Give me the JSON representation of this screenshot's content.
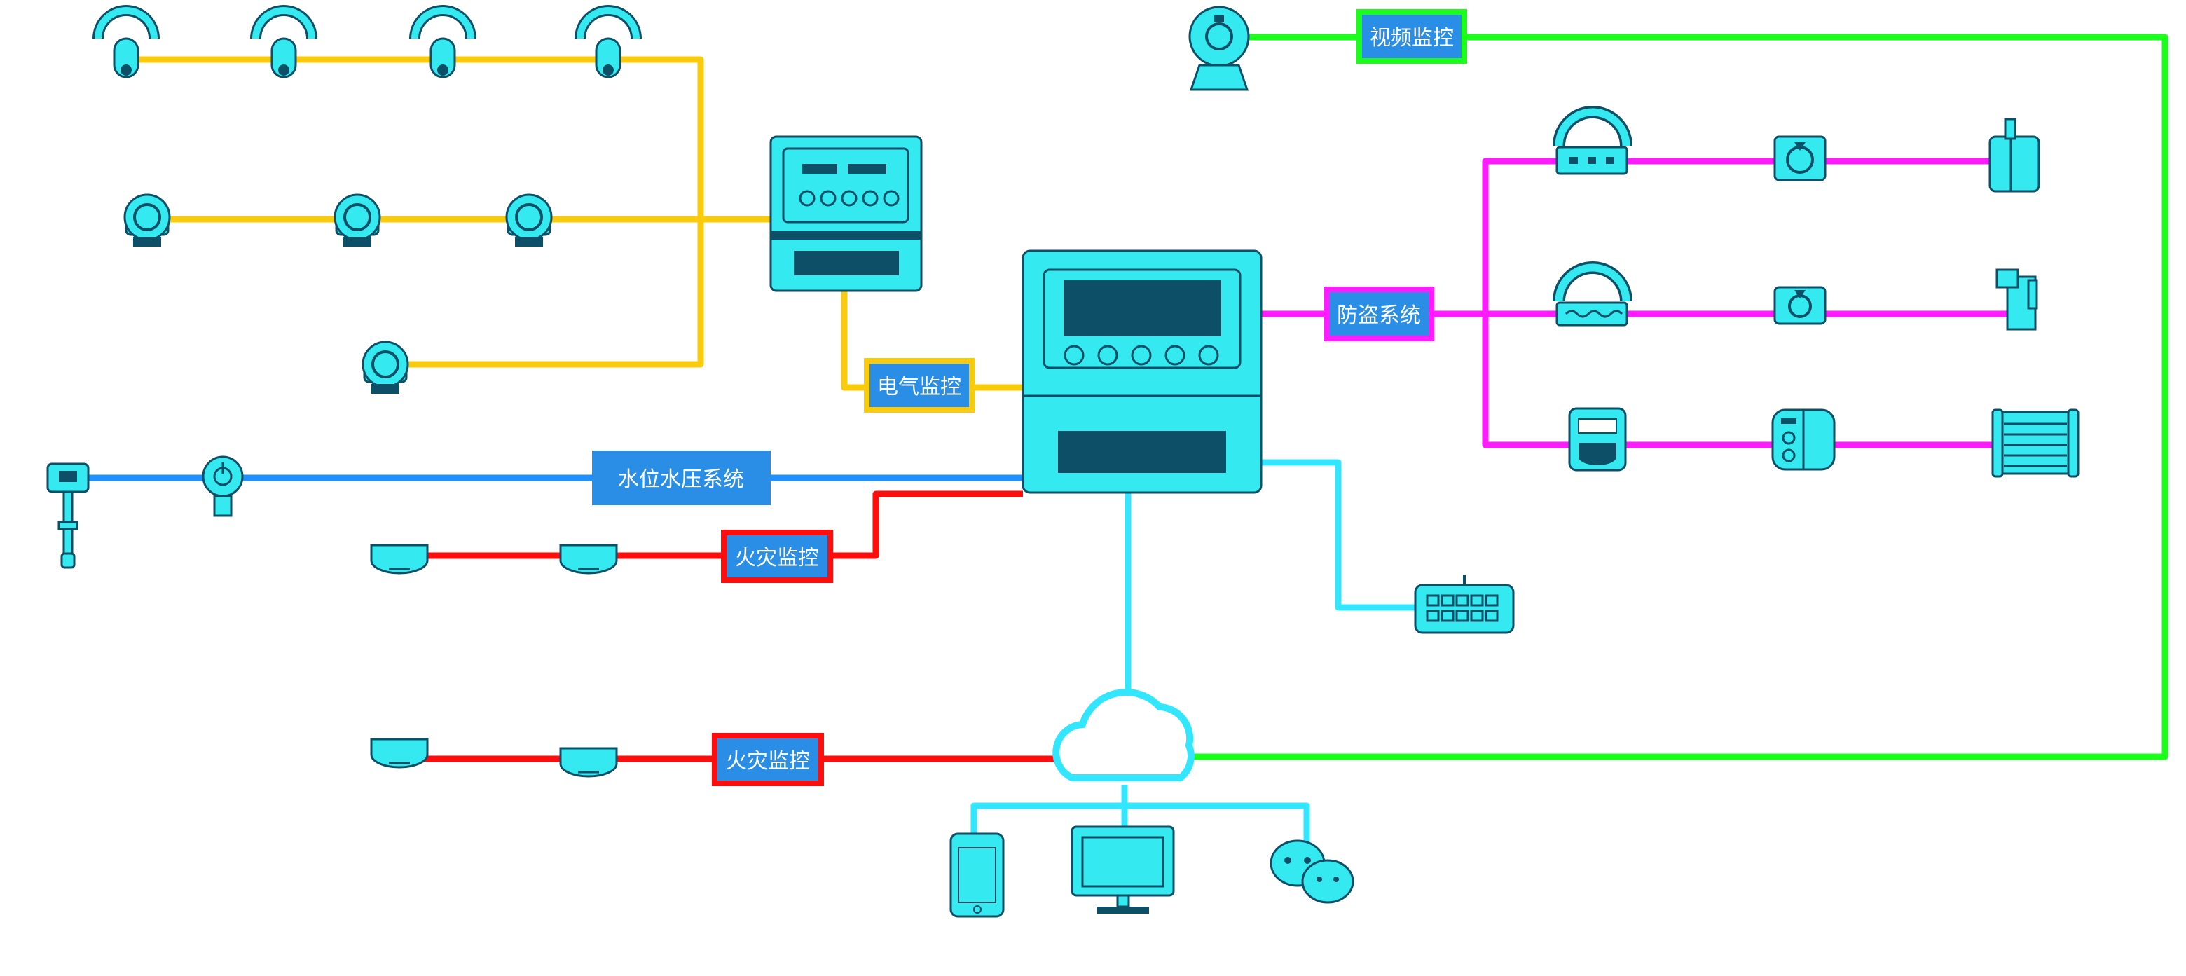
{
  "systems": {
    "video": "视频监控",
    "electric": "电气监控",
    "water": "水位水压系统",
    "fire_top": "火灾监控",
    "fire_bottom": "火灾监控",
    "antitheft": "防盗系统"
  },
  "colors": {
    "electric_line": "#f9cb0c",
    "water_line": "#1e90ff",
    "fire_line": "#ff0d0d",
    "video_line": "#1aff1a",
    "antitheft_line": "#ff1aff",
    "network_line": "#33e6ff",
    "device_fill": "#34e9f0",
    "device_stroke": "#0d4f66",
    "label_box_fill": "#2b8ee6"
  }
}
